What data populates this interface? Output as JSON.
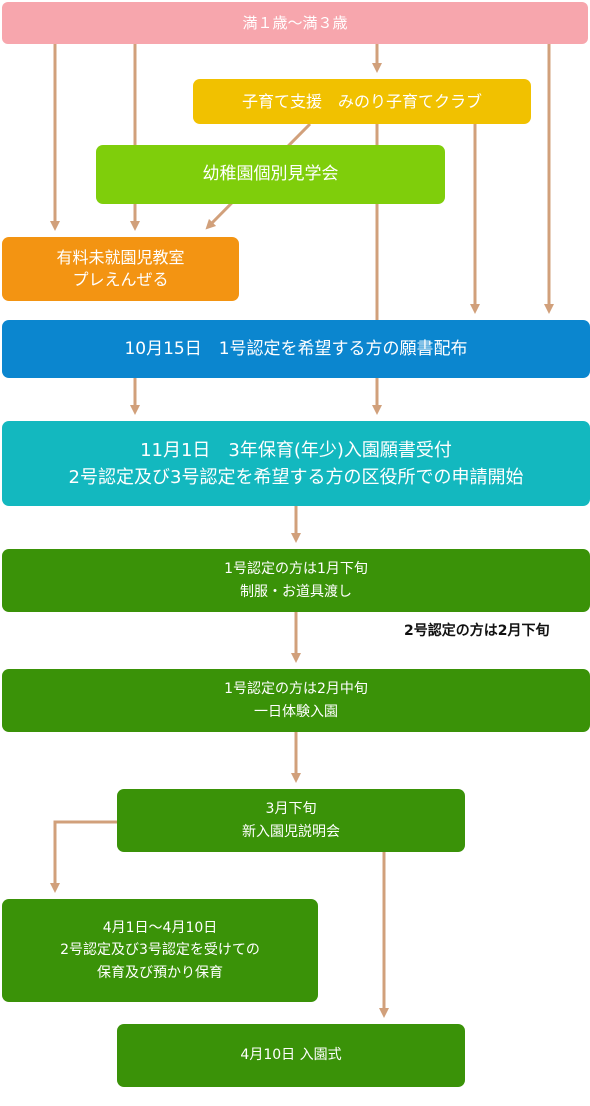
{
  "colors": {
    "pink": "#f7a6ad",
    "yellow": "#f1c100",
    "lime": "#7fce0b",
    "orange": "#f39412",
    "blue": "#0b86cf",
    "teal": "#13b8bf",
    "green": "#3a9208",
    "arrow": "#d1a07b"
  },
  "steps": {
    "age": "満１歳〜満３歳",
    "support_club": "子育て支援　みのり子育てクラブ",
    "visit": "幼稚園個別見学会",
    "preschool_line1": "有料未就園児教室",
    "preschool_line2": "プレえんぜる",
    "oct15": "10月15日　1号認定を希望する方の願書配布",
    "nov1_line1": "11月1日　3年保育(年少)入園願書受付",
    "nov1_line2": "2号認定及び3号認定を希望する方の区役所での申請開始",
    "jan_line1": "1号認定の方は1月下旬",
    "jan_line2": "制服・お道具渡し",
    "feb_note": "2号認定の方は2月下旬",
    "feb_line1": "1号認定の方は2月中旬",
    "feb_line2": "一日体験入園",
    "mar_line1": "3月下旬",
    "mar_line2": "新入園児説明会",
    "apr_line1": "4月1日〜4月10日",
    "apr_line2": "2号認定及び3号認定を受けての",
    "apr_line3": "保育及び預かり保育",
    "ceremony": "4月10日  入園式"
  }
}
